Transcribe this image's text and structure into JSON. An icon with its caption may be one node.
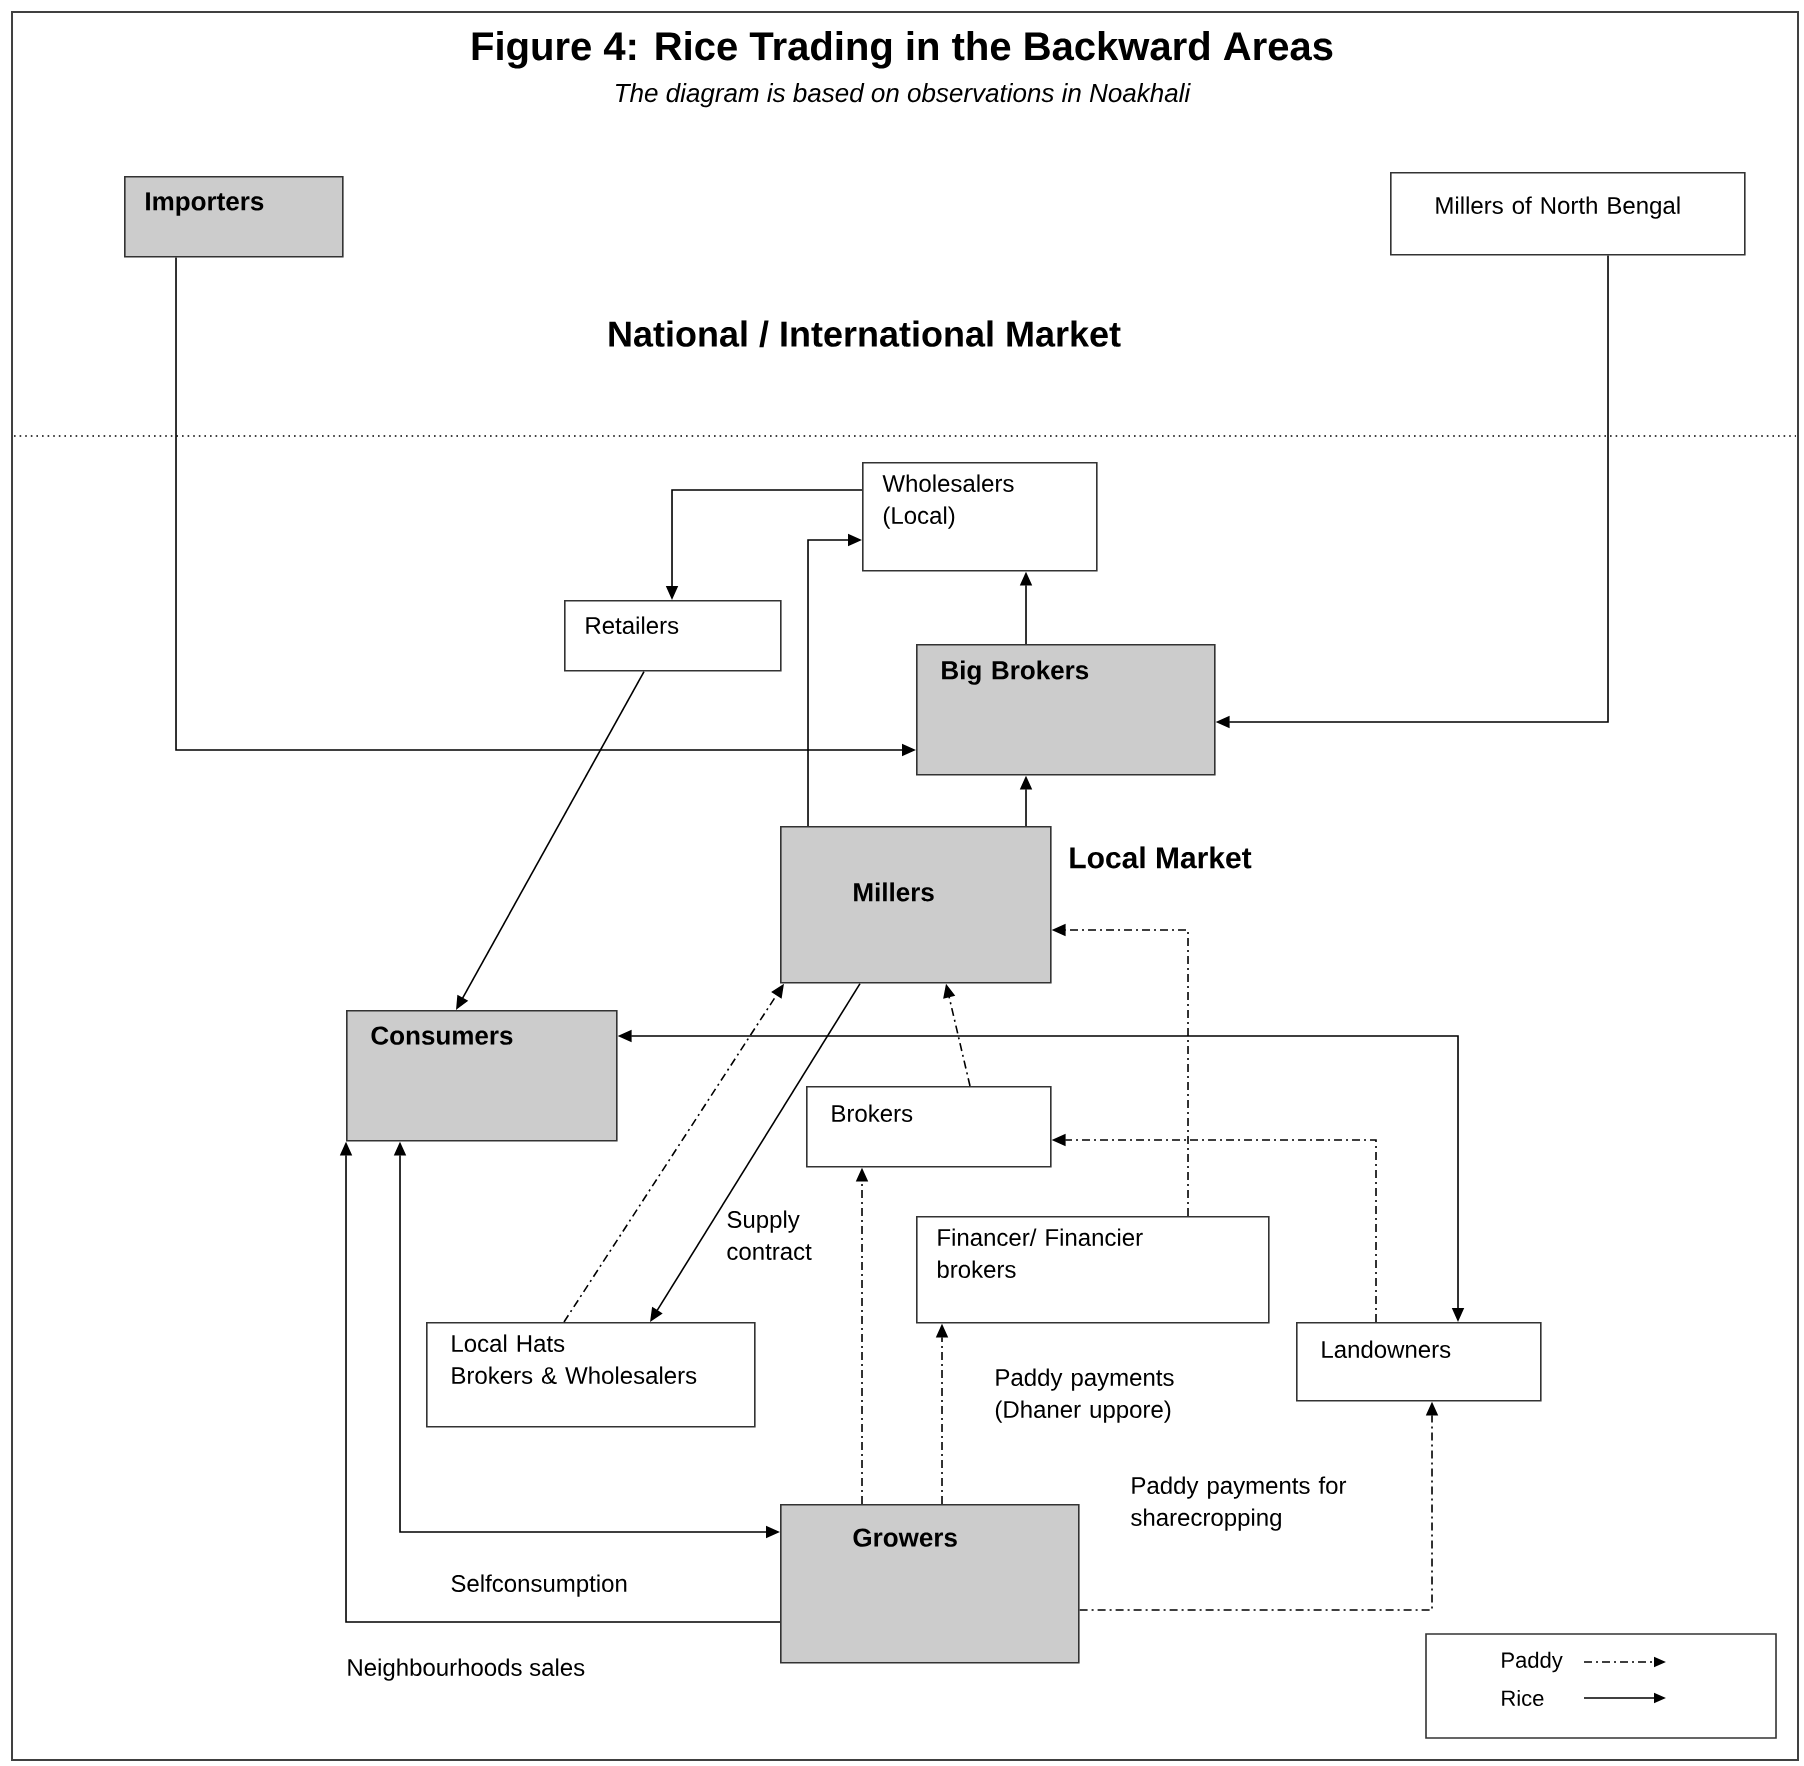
{
  "diagram": {
    "title": "Figure 4: Rice Trading in the Backward Areas",
    "caption": "The diagram is based on observations in Noakhali",
    "nodes": [
      {
        "text": [
          "Importers"
        ]
      },
      {
        "text": [
          "Millers of North Bengal"
        ]
      },
      {
        "text": [
          "Wholesalers (Local)"
        ]
      },
      {
        "text": [
          "Retailers"
        ]
      },
      {
        "text": [
          "Big Brokers"
        ]
      },
      {
        "text": [
          "Millers"
        ]
      },
      {
        "text": [
          "Consumers"
        ]
      },
      {
        "text": [
          "Brokers"
        ]
      },
      {
        "text": [
          "Financer/ Financier brokers"
        ]
      },
      {
        "text": [
          "Local Hats",
          "Brokers & Wholesalers"
        ]
      },
      {
        "text": [
          "Landowners"
        ]
      },
      {
        "text": [
          "Growers"
        ]
      }
    ],
    "edges": [
      {
        "from": 0,
        "to": 4,
        "arrow": "to"
      },
      {
        "from": 1,
        "to": 4,
        "arrow": "to"
      },
      {
        "from": 2,
        "to": 3,
        "arrow": "to"
      },
      {
        "from": 5,
        "to": 2,
        "arrow": "to"
      },
      {
        "from": 4,
        "to": 2,
        "arrow": "to"
      },
      {
        "from": 5,
        "to": 4,
        "arrow": "to"
      },
      {
        "from": 3,
        "to": 6,
        "arrow": "to"
      },
      {
        "from": 10,
        "to": 6,
        "arrow": "both"
      },
      {
        "from": 5,
        "to": 9,
        "arrow": "to",
        "label": "Supply contract"
      },
      {
        "from": 9,
        "to": 5,
        "arrow": "to",
        "style": "dashed"
      },
      {
        "from": 11,
        "to": 6,
        "arrow": "to"
      },
      {
        "from": 11,
        "to": 6,
        "arrow": "both"
      },
      {
        "from": 7,
        "to": 5,
        "arrow": "to",
        "style": "dashed"
      },
      {
        "from": 11,
        "to": 7,
        "arrow": "to",
        "style": "dashed"
      },
      {
        "from": 11,
        "to": 8,
        "arrow": "to",
        "style": "dashed",
        "label": "Paddy payments (Dhaner uppore)"
      },
      {
        "from": 8,
        "to": 5,
        "arrow": "to",
        "style": "dashed"
      },
      {
        "from": 10,
        "to": 7,
        "arrow": "to",
        "style": "dashed"
      },
      {
        "from": 11,
        "to": 10,
        "arrow": "to",
        "style": "dashed",
        "label": "Paddy payments for sharecropping"
      }
    ],
    "labels": [
      "National / International Market",
      "Local Market",
      "Selfconsumption",
      "Neighbourhoods sales"
    ],
    "legend": [
      {
        "text": "Paddy"
      },
      {
        "text": "Rice"
      }
    ]
  }
}
